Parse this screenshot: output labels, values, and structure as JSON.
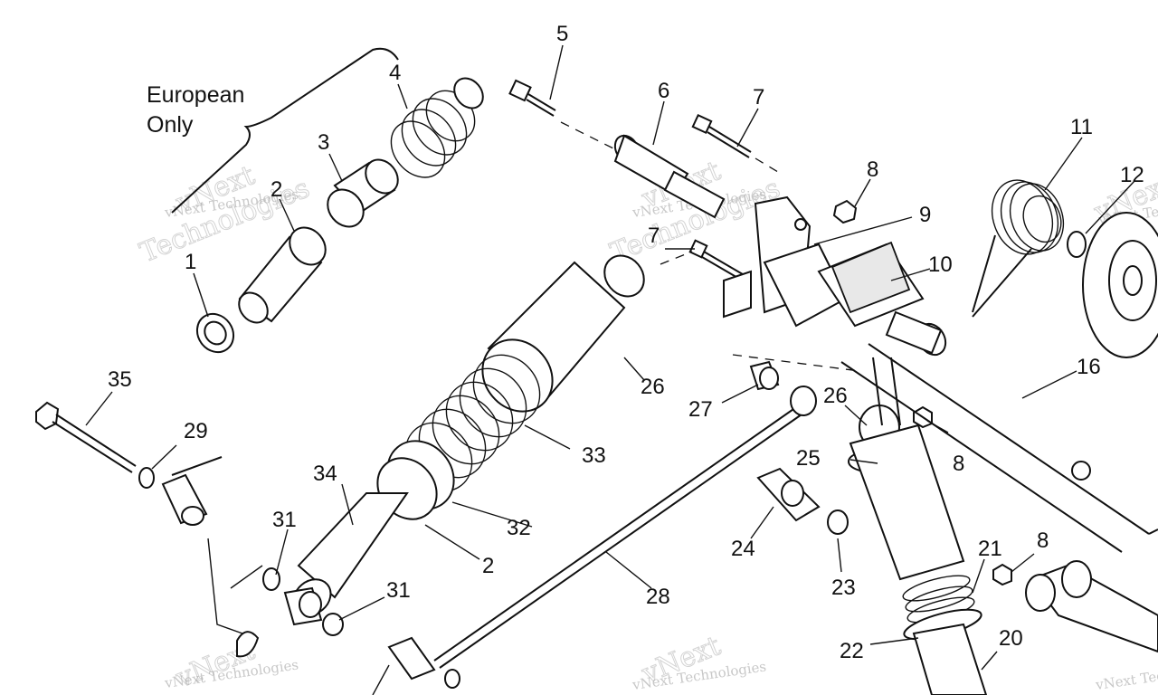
{
  "caption": [
    "European",
    "Only"
  ],
  "callouts": [
    "1",
    "2",
    "3",
    "4",
    "5",
    "6",
    "7",
    "7",
    "8",
    "8",
    "8",
    "9",
    "10",
    "11",
    "12",
    "16",
    "20",
    "21",
    "22",
    "23",
    "24",
    "25",
    "26",
    "26",
    "27",
    "28",
    "2",
    "29",
    "31",
    "31",
    "32",
    "33",
    "34",
    "35"
  ],
  "watermark": {
    "small": "vNext Technologies",
    "big_1": "vNext",
    "big_2": "Technologies"
  }
}
